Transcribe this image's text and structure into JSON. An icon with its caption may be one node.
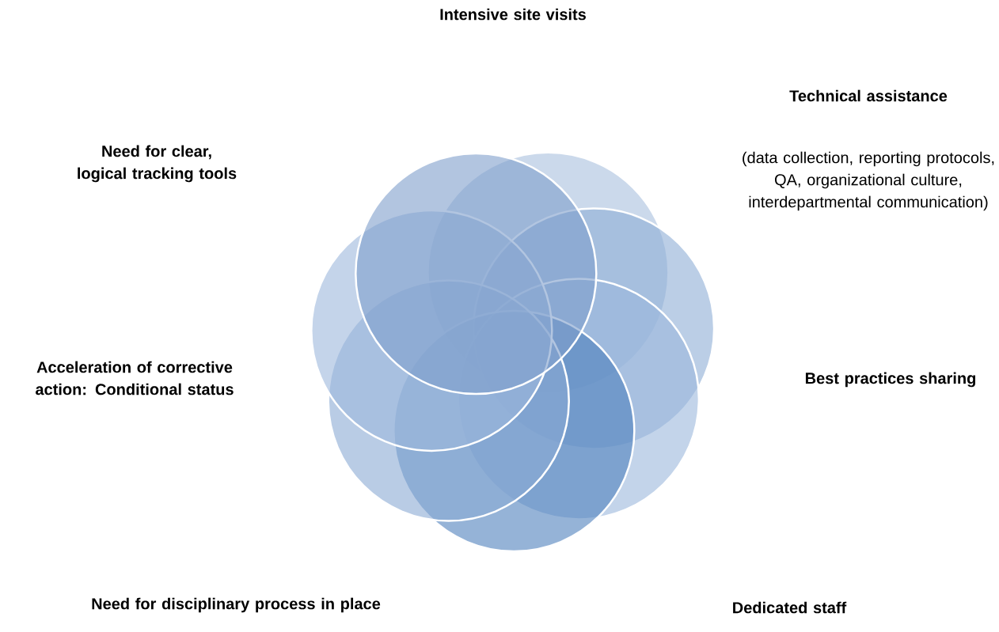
{
  "diagram": {
    "labels": [
      "Intensive site visits",
      "Technical assistance",
      "(data collection, reporting protocols, QA, organizational culture, interdepartmental communication)",
      "Need for clear, logical tracking tools",
      "Best practices sharing",
      "Acceleration of corrective action: Conditional status",
      "Need for disciplinary process in place",
      "Dedicated staff"
    ]
  }
}
